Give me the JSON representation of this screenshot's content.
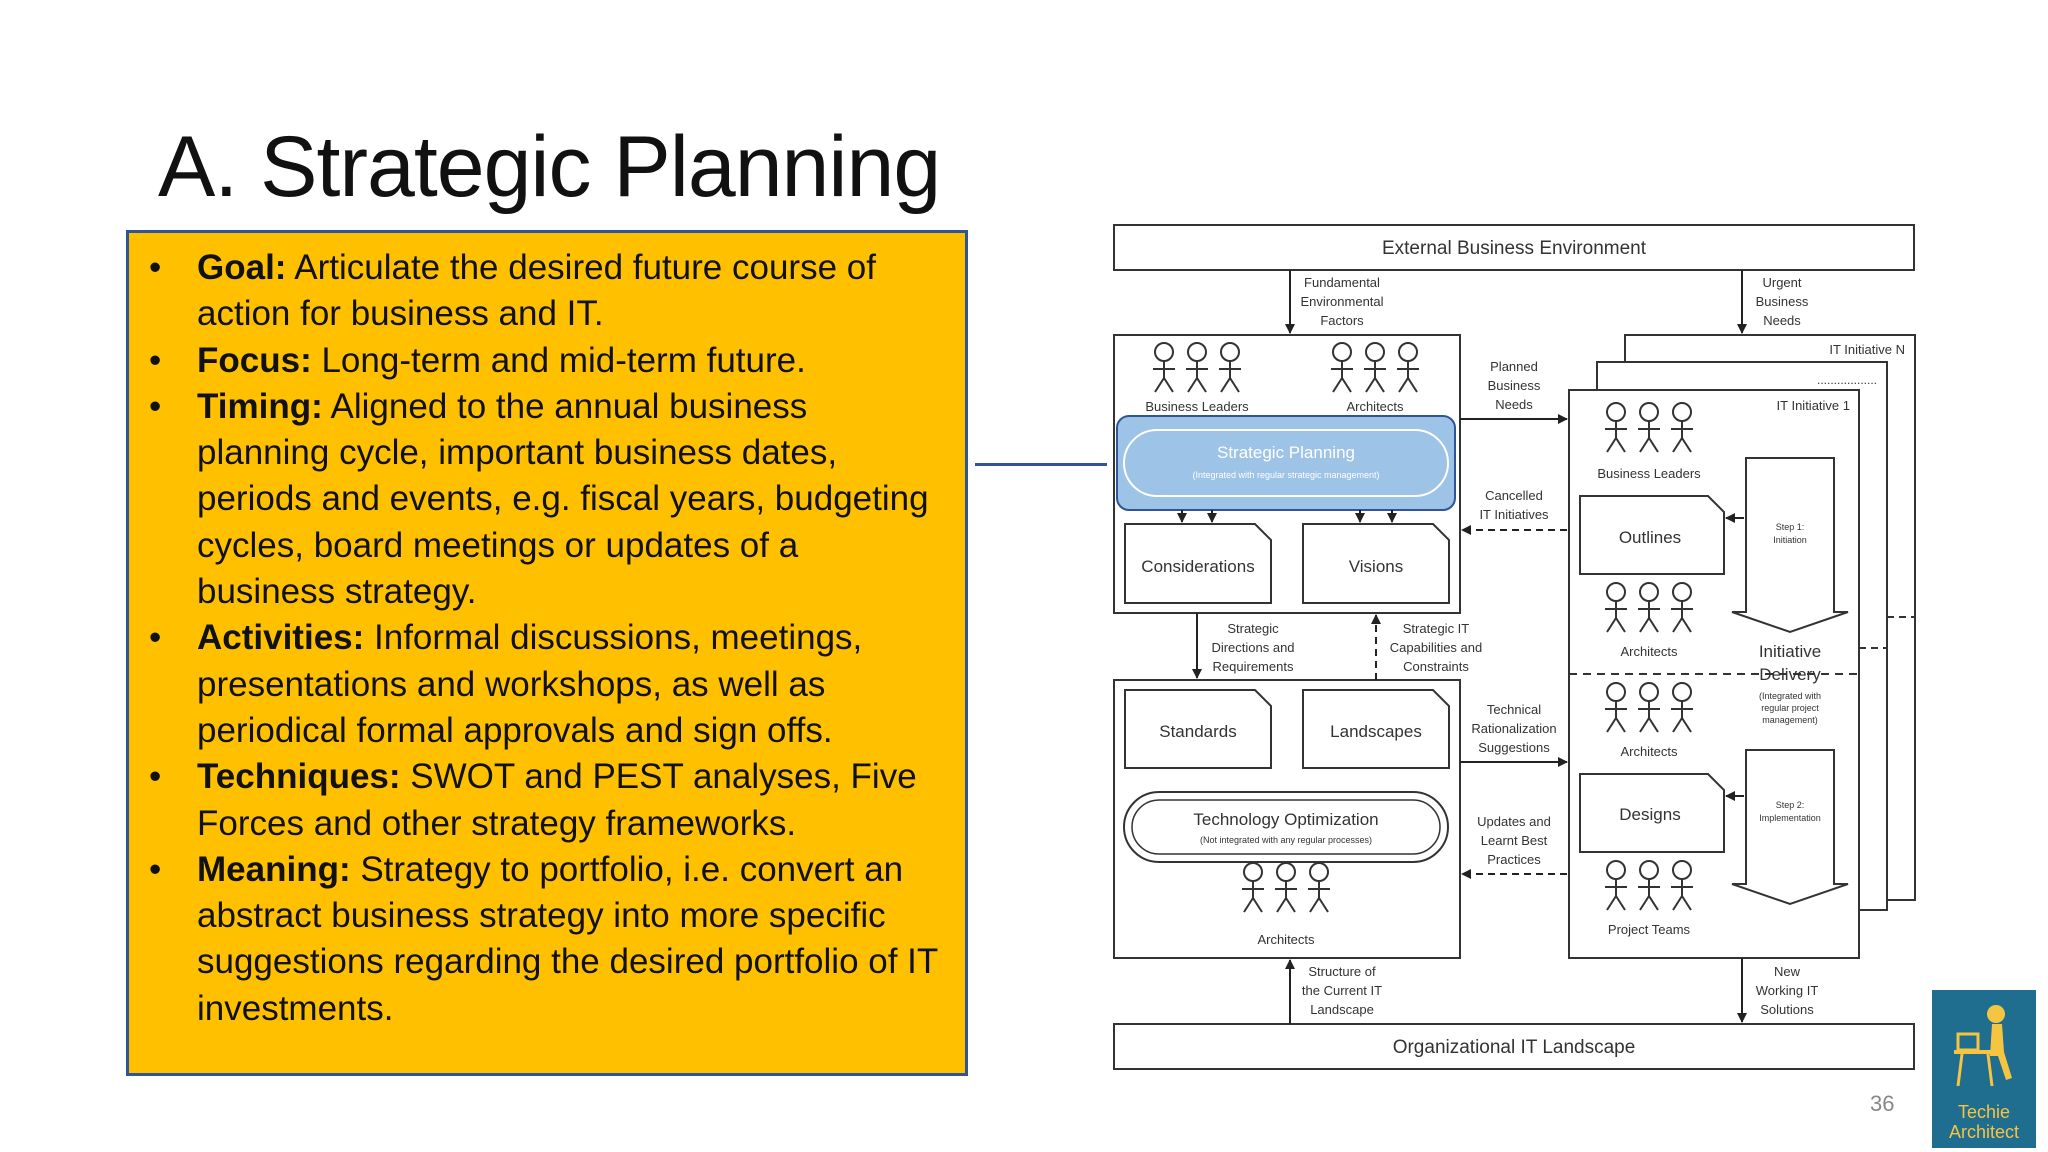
{
  "title": "A. Strategic Planning",
  "bullets": [
    {
      "term": "Goal:",
      "text": " Articulate the desired future course of action for business and IT."
    },
    {
      "term": "Focus:",
      "text": " Long-term and mid-term future."
    },
    {
      "term": "Timing:",
      "text": " Aligned to the annual business planning cycle, important business dates, periods and events, e.g. fiscal years, budgeting cycles, board meetings or updates of a business strategy."
    },
    {
      "term": "Activities:",
      "text": " Informal discussions, meetings, presentations and workshops, as well as periodical formal approvals and sign offs."
    },
    {
      "term": "Techniques:",
      "text": " SWOT and PEST analyses, Five Forces and other strategy frameworks."
    },
    {
      "term": "Meaning:",
      "text": " Strategy to portfolio, i.e. convert an abstract business strategy into more specific suggestions regarding the desired portfolio of IT investments."
    }
  ],
  "bullet_symbol": "•",
  "diagram": {
    "external_env": "External Business Environment",
    "org_landscape": "Organizational IT Landscape",
    "fundamental_factors": [
      "Fundamental",
      "Environmental",
      "Factors"
    ],
    "urgent_needs": [
      "Urgent",
      "Business",
      "Needs"
    ],
    "planned_needs": [
      "Planned",
      "Business",
      "Needs"
    ],
    "cancelled": [
      "Cancelled",
      "IT Initiatives"
    ],
    "strategic_directions": [
      "Strategic",
      "Directions and",
      "Requirements"
    ],
    "strategic_it": [
      "Strategic IT",
      "Capabilities and",
      "Constraints"
    ],
    "tech_rational": [
      "Technical",
      "Rationalization",
      "Suggestions"
    ],
    "updates": [
      "Updates and",
      "Learnt Best",
      "Practices"
    ],
    "structure": [
      "Structure of",
      "the Current IT",
      "Landscape"
    ],
    "new_solutions": [
      "New",
      "Working IT",
      "Solutions"
    ],
    "business_leaders": "Business Leaders",
    "architects": "Architects",
    "project_teams": "Project Teams",
    "strategic_planning": "Strategic Planning",
    "strategic_planning_sub": "(Integrated with regular strategic management)",
    "considerations": "Considerations",
    "visions": "Visions",
    "standards": "Standards",
    "landscapes": "Landscapes",
    "tech_opt": "Technology Optimization",
    "tech_opt_sub": "(Not integrated with any regular processes)",
    "it_initiative_n": "IT Initiative N",
    "it_initiative_1": "IT Initiative 1",
    "dots": "..................",
    "outlines": "Outlines",
    "designs": "Designs",
    "step1": [
      "Step 1:",
      "Initiation"
    ],
    "step2": [
      "Step 2:",
      "Implementation"
    ],
    "initiative_delivery": [
      "Initiative",
      "Delivery"
    ],
    "initiative_delivery_sub": [
      "(Integrated with",
      "regular project",
      "management)"
    ]
  },
  "page_number": "36",
  "logo": {
    "line1": "Techie",
    "line2": "Architect"
  },
  "colors": {
    "box_fill": "#FFC000",
    "box_border": "#2F5597",
    "highlight": "#9DC3E6"
  }
}
